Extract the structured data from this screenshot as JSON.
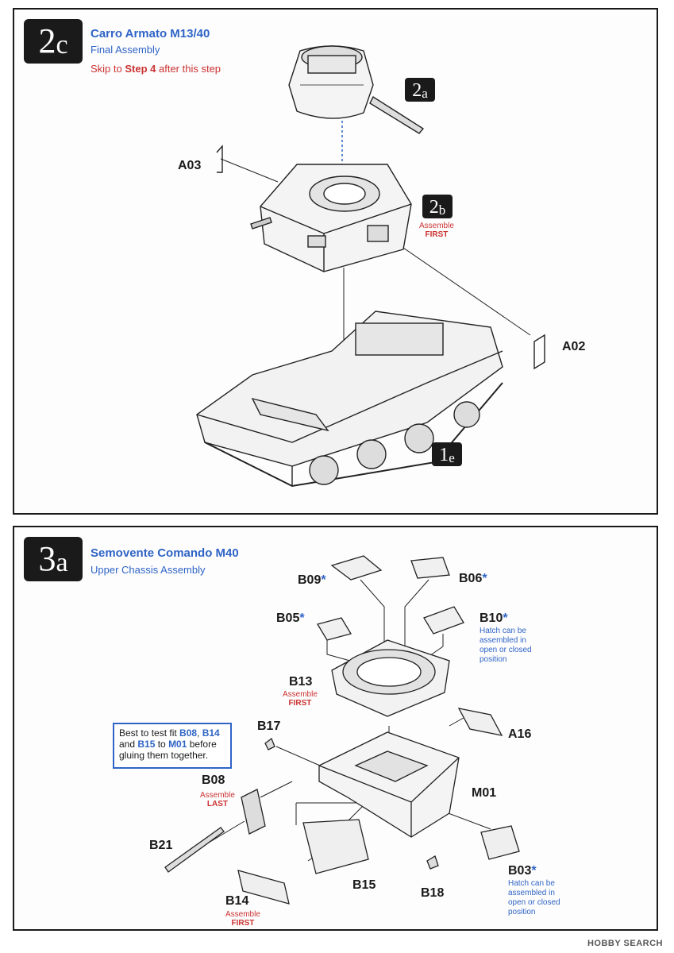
{
  "step2c": {
    "badge_num": "2",
    "badge_letter": "c",
    "title": "Carro Armato M13/40",
    "subtitle": "Final Assembly",
    "skip_prefix": "Skip to ",
    "skip_step": "Step 4",
    "skip_suffix": " after this step",
    "ref_2a_num": "2",
    "ref_2a_letter": "a",
    "ref_2b_num": "2",
    "ref_2b_letter": "b",
    "ref_2b_note": "Assemble",
    "ref_2b_note_strong": "FIRST",
    "ref_1e_num": "1",
    "ref_1e_letter": "e",
    "parts": {
      "a03": "A03",
      "a02": "A02"
    }
  },
  "step3a": {
    "badge_num": "3",
    "badge_letter": "a",
    "title": "Semovente Comando M40",
    "subtitle": "Upper Chassis Assembly",
    "parts": {
      "b09": "B09",
      "b06": "B06",
      "b05": "B05",
      "b10": "B10",
      "b13": "B13",
      "b17": "B17",
      "a16": "A16",
      "b08": "B08",
      "m01": "M01",
      "b21": "B21",
      "b15": "B15",
      "b18": "B18",
      "b14": "B14",
      "b03": "B03"
    },
    "star": "*",
    "b10_note": [
      "Hatch can be",
      "assembled in",
      "open or closed",
      "position"
    ],
    "b03_note": [
      "Hatch can be",
      "assembled in",
      "open or closed",
      "position"
    ],
    "b13_note": "Assemble",
    "b13_note_strong": "FIRST",
    "b08_note": "Assemble",
    "b08_note_strong": "LAST",
    "b14_note": "Assemble",
    "b14_note_strong": "FIRST",
    "test_fit": {
      "t1": "Best to test fit ",
      "b08": "B08",
      "t2": ", ",
      "b14": "B14",
      "t3": " and ",
      "b15": "B15",
      "t4": " to ",
      "m01": "M01",
      "t5": " before gluing them together."
    }
  },
  "watermark": "HOBBY SEARCH"
}
